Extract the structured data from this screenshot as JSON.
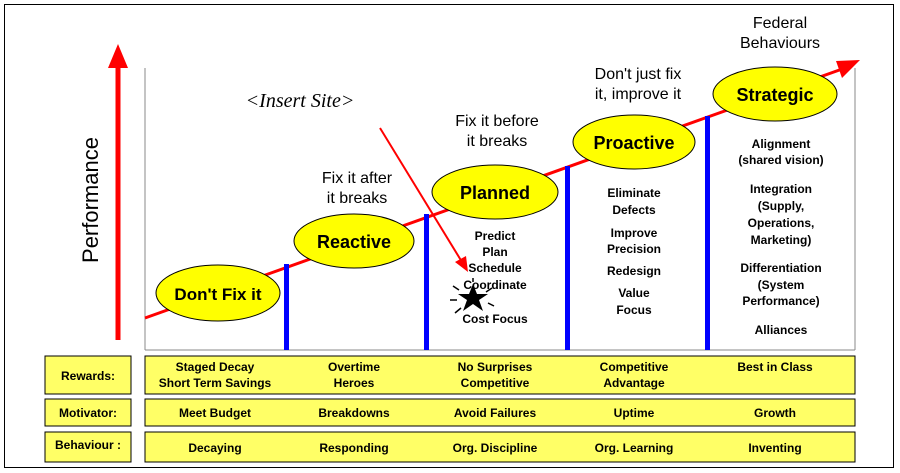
{
  "axis": {
    "ylabel": "Performance"
  },
  "site_placeholder": "<Insert Site>",
  "stages": [
    {
      "name": "Don't Fix it",
      "caption": "",
      "details": []
    },
    {
      "name": "Reactive",
      "caption": "Fix it after it breaks",
      "details": []
    },
    {
      "name": "Planned",
      "caption": "Fix it before it breaks",
      "details": [
        "Predict",
        "Plan",
        "Schedule",
        "Coordinate",
        "Cost Focus"
      ]
    },
    {
      "name": "Proactive",
      "caption": "Don't just fix it, improve it",
      "details": [
        "Eliminate Defects",
        "Improve Precision",
        "Redesign",
        "Value Focus"
      ]
    },
    {
      "name": "Strategic",
      "caption": "Federal Behaviours",
      "details": [
        "Alignment (shared vision)",
        "Integration (Supply, Operations, Marketing)",
        "Differentiation (System Performance)",
        "Alliances"
      ]
    }
  ],
  "rows": [
    {
      "label": "Rewards:",
      "cells": [
        "Staged Decay Short Term Savings",
        "Overtime Heroes",
        "No Surprises Competitive",
        "Competitive Advantage",
        "Best in Class"
      ]
    },
    {
      "label": "Motivator:",
      "cells": [
        "Meet Budget",
        "Breakdowns",
        "Avoid Failures",
        "Uptime",
        "Growth"
      ]
    },
    {
      "label": "Behaviour :",
      "cells": [
        "Decaying",
        "Responding",
        "Org. Discipline",
        "Org. Learning",
        "Inventing"
      ]
    }
  ],
  "colors": {
    "arrow": "#ff0000",
    "ellipse": "#ffff00",
    "bar": "#0000ff",
    "table": "#ffff66"
  }
}
